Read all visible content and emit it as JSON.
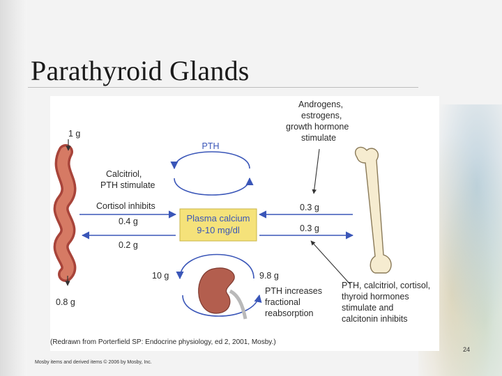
{
  "slide": {
    "title": "Parathyroid Glands",
    "page_number": "24",
    "copyright": "Mosby items and derived items © 2006 by Mosby, Inc."
  },
  "diagram": {
    "intestine": {
      "top": "1 g",
      "bottom": "0.8 g"
    },
    "pth_label": "PTH",
    "left_labels": [
      "Calcitriol,",
      "PTH stimulate",
      "Cortisol inhibits",
      "0.4 g",
      "0.2 g"
    ],
    "center_box": [
      "Plasma calcium",
      "9-10 mg/dl"
    ],
    "right_labels": [
      "0.3 g",
      "0.3 g"
    ],
    "top_right_labels": [
      "Androgens,",
      "estrogens,",
      "growth hormone",
      "stimulate"
    ],
    "kidney_labels": [
      "10 g",
      "9.8 g"
    ],
    "reabsorption_labels": [
      "PTH increases",
      "fractional",
      "reabsorption"
    ],
    "bone_labels": [
      "PTH, calcitriol, cortisol,",
      "thyroid hormones",
      "stimulate and",
      "calcitonin inhibits"
    ],
    "caption": "(Redrawn from Porterfield SP: Endocrine physiology, ed 2, 2001, Mosby.)"
  },
  "colors": {
    "accent_blue": "#3a56b8",
    "center_box_fill": "#f5e27a",
    "intestine": "#c95e4a",
    "kidney": "#a8584a",
    "bone": "#f6ecd0"
  }
}
